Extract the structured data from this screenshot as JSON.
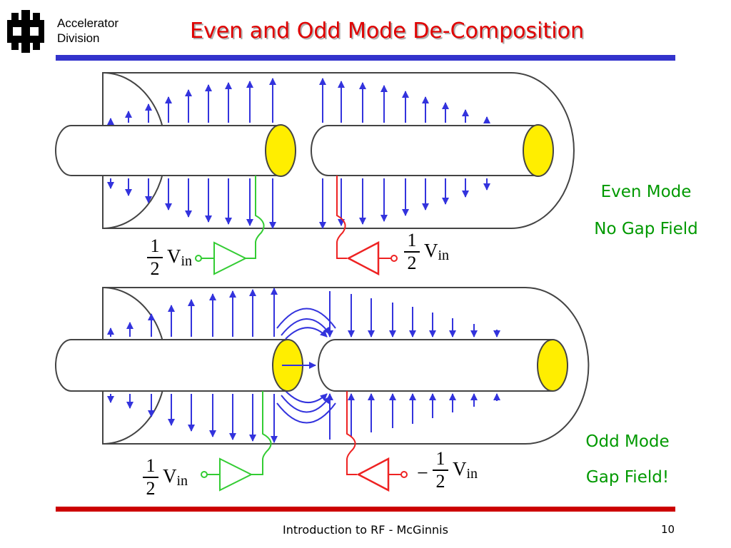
{
  "header": {
    "org_line1": "Accelerator",
    "org_line2": "Division",
    "title": "Even and Odd Mode De-Composition"
  },
  "labels": {
    "even_mode": "Even Mode",
    "even_desc": "No Gap Field",
    "odd_mode": "Odd Mode",
    "odd_desc": "Gap Field!"
  },
  "sources": {
    "frac_num": "1",
    "frac_den": "2",
    "v": "V",
    "v_sub": "in",
    "minus": "−"
  },
  "footer": {
    "text": "Introduction to RF - McGinnis",
    "page": "10"
  },
  "colors": {
    "title": "#e00000",
    "field_arrows": "#3333dd",
    "source_positive": "#33cc33",
    "source_negative": "#ee2222",
    "conductor_end": "#ffee00",
    "top_rule": "#3333cc",
    "bottom_rule": "#cc0000",
    "mode_text": "#009900"
  }
}
